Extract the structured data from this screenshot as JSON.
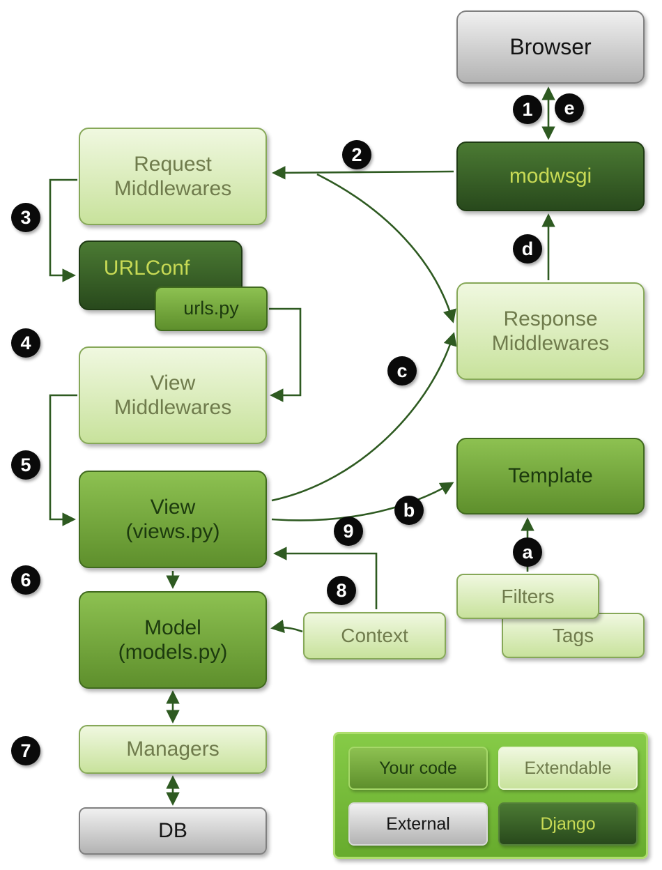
{
  "boxes": {
    "browser": {
      "label": "Browser",
      "category": "external"
    },
    "modwsgi": {
      "label": "modwsgi",
      "category": "django"
    },
    "request_middlewares": {
      "label": "Request\nMiddlewares",
      "category": "extendable"
    },
    "urlconf": {
      "label": "URLConf",
      "category": "django"
    },
    "urls_py": {
      "label": "urls.py",
      "category": "your-code"
    },
    "view_middlewares": {
      "label": "View\nMiddlewares",
      "category": "extendable"
    },
    "view": {
      "label": "View\n(views.py)",
      "category": "your-code"
    },
    "model": {
      "label": "Model\n(models.py)",
      "category": "your-code"
    },
    "managers": {
      "label": "Managers",
      "category": "extendable"
    },
    "db": {
      "label": "DB",
      "category": "external"
    },
    "response_middlewares": {
      "label": "Response\nMiddlewares",
      "category": "extendable"
    },
    "template": {
      "label": "Template",
      "category": "your-code"
    },
    "filters": {
      "label": "Filters",
      "category": "extendable"
    },
    "tags": {
      "label": "Tags",
      "category": "extendable"
    },
    "context": {
      "label": "Context",
      "category": "extendable"
    }
  },
  "badges": [
    "1",
    "2",
    "3",
    "4",
    "5",
    "6",
    "7",
    "8",
    "9",
    "a",
    "b",
    "c",
    "d",
    "e"
  ],
  "legend": {
    "items": [
      {
        "label": "Your code",
        "category": "your-code"
      },
      {
        "label": "Extendable",
        "category": "extendable"
      },
      {
        "label": "External",
        "category": "external"
      },
      {
        "label": "Django",
        "category": "django"
      }
    ]
  },
  "colors": {
    "your_code_green": "#76a83f",
    "extendable_light_green": "#d9edba",
    "django_dark_green": "#3c6629",
    "external_gray": "#d2d2d2",
    "arrow_green": "#2e5a21",
    "badge_black": "#0a0a0a"
  }
}
